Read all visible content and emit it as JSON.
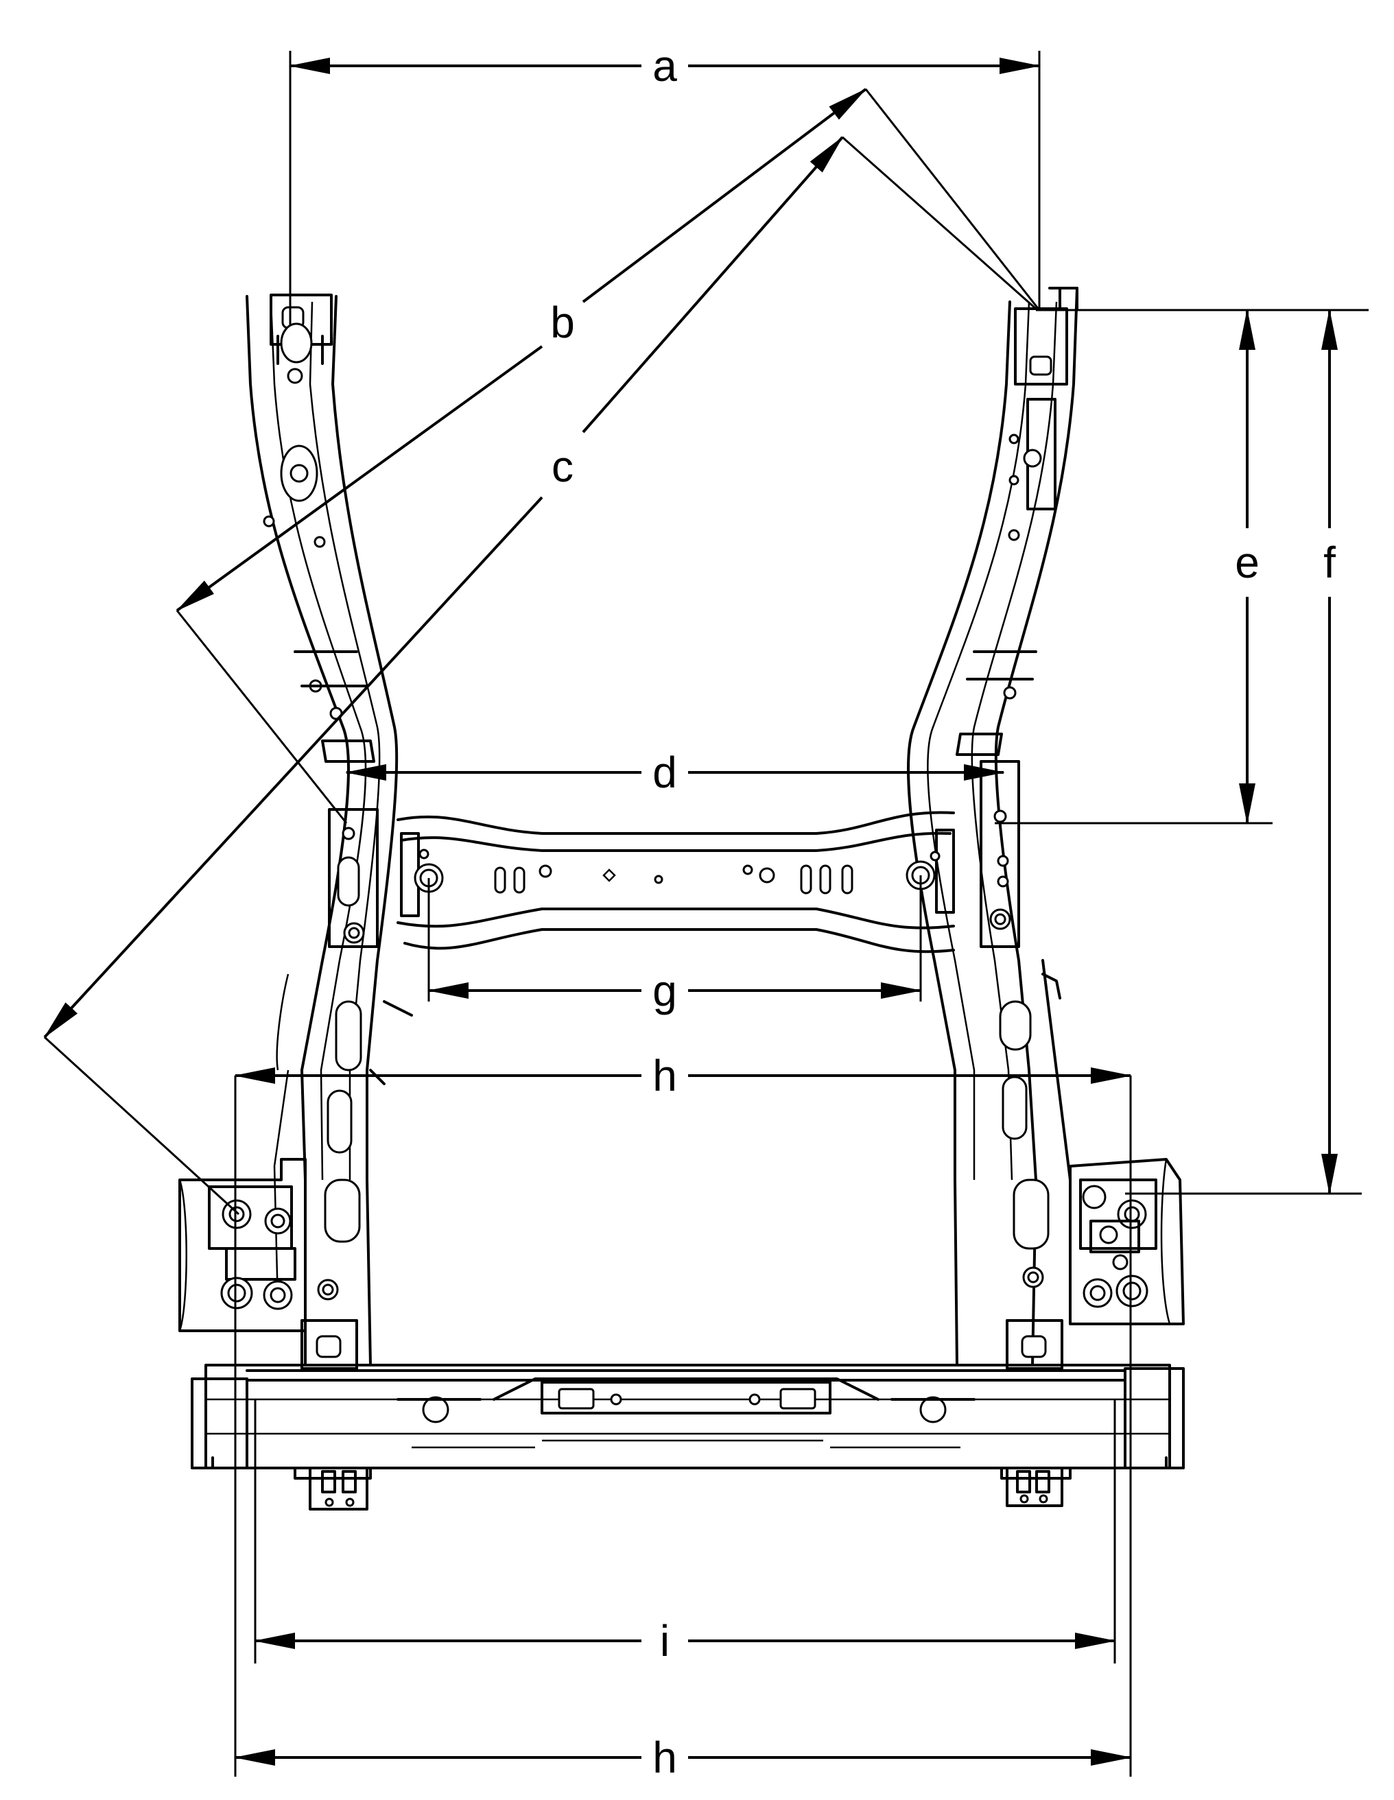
{
  "dimensions": {
    "a": "a",
    "b": "b",
    "c": "c",
    "d": "d",
    "e": "e",
    "f": "f",
    "g": "g",
    "h_upper": "h",
    "i": "i",
    "h_lower": "h"
  }
}
